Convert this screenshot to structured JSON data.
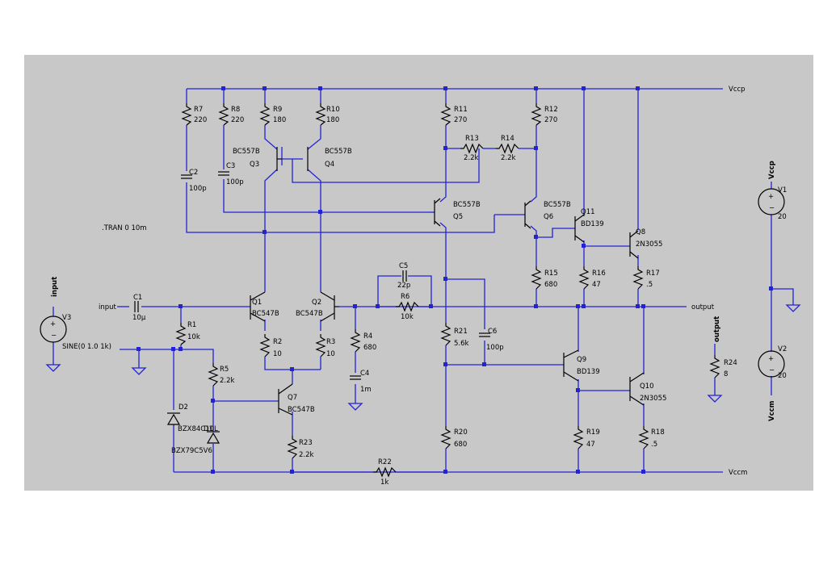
{
  "nets": {
    "vccp": "Vccp",
    "vccm": "Vccm",
    "input": "input",
    "output": "output",
    "output_v": "output",
    "input_v": "input",
    "vccp_v": "Vccp",
    "vccm_v": "Vccm"
  },
  "directive": ".TRAN 0 10m",
  "resistors": [
    {
      "name": "R7",
      "value": "220"
    },
    {
      "name": "R8",
      "value": "220"
    },
    {
      "name": "R9",
      "value": "180"
    },
    {
      "name": "R10",
      "value": "180"
    },
    {
      "name": "R11",
      "value": "270"
    },
    {
      "name": "R12",
      "value": "270"
    },
    {
      "name": "R13",
      "value": "2.2k"
    },
    {
      "name": "R14",
      "value": "2.2k"
    },
    {
      "name": "R15",
      "value": "680"
    },
    {
      "name": "R16",
      "value": "47"
    },
    {
      "name": "R17",
      "value": ".5"
    },
    {
      "name": "R1",
      "value": "10k"
    },
    {
      "name": "R2",
      "value": "10"
    },
    {
      "name": "R3",
      "value": "10"
    },
    {
      "name": "R4",
      "value": "680"
    },
    {
      "name": "R5",
      "value": "2.2k"
    },
    {
      "name": "R6",
      "value": "10k"
    },
    {
      "name": "R21",
      "value": "5.6k"
    },
    {
      "name": "R20",
      "value": "680"
    },
    {
      "name": "R19",
      "value": "47"
    },
    {
      "name": "R18",
      "value": ".5"
    },
    {
      "name": "R23",
      "value": "2.2k"
    },
    {
      "name": "R22",
      "value": "1k"
    },
    {
      "name": "R24",
      "value": "8"
    }
  ],
  "capacitors": [
    {
      "name": "C2",
      "value": "100p"
    },
    {
      "name": "C3",
      "value": "100p"
    },
    {
      "name": "C1",
      "value": "10µ"
    },
    {
      "name": "C5",
      "value": "22p"
    },
    {
      "name": "C4",
      "value": "1m"
    },
    {
      "name": "C6",
      "value": "100p"
    }
  ],
  "transistors": [
    {
      "name": "Q3",
      "model": "BC557B"
    },
    {
      "name": "Q4",
      "model": "BC557B"
    },
    {
      "name": "Q5",
      "model": "BC557B"
    },
    {
      "name": "Q6",
      "model": "BC557B"
    },
    {
      "name": "Q11",
      "model": "BD139"
    },
    {
      "name": "Q8",
      "model": "2N3055"
    },
    {
      "name": "Q1",
      "model": "BC547B"
    },
    {
      "name": "Q2",
      "model": "BC547B"
    },
    {
      "name": "Q7",
      "model": "BC547B"
    },
    {
      "name": "Q9",
      "model": "BD139"
    },
    {
      "name": "Q10",
      "model": "2N3055"
    }
  ],
  "diodes": [
    {
      "name": "D2",
      "model": "BZX84C10L"
    },
    {
      "name": "D1",
      "model": "BZX79C5V6"
    }
  ],
  "sources": [
    {
      "name": "V1",
      "value": "20"
    },
    {
      "name": "V2",
      "value": "20"
    },
    {
      "name": "V3",
      "value": "SINE(0 1.0 1k)"
    }
  ],
  "colors": {
    "background": "#c8c8c8",
    "wire": "#2323d6",
    "component": "#000000"
  }
}
